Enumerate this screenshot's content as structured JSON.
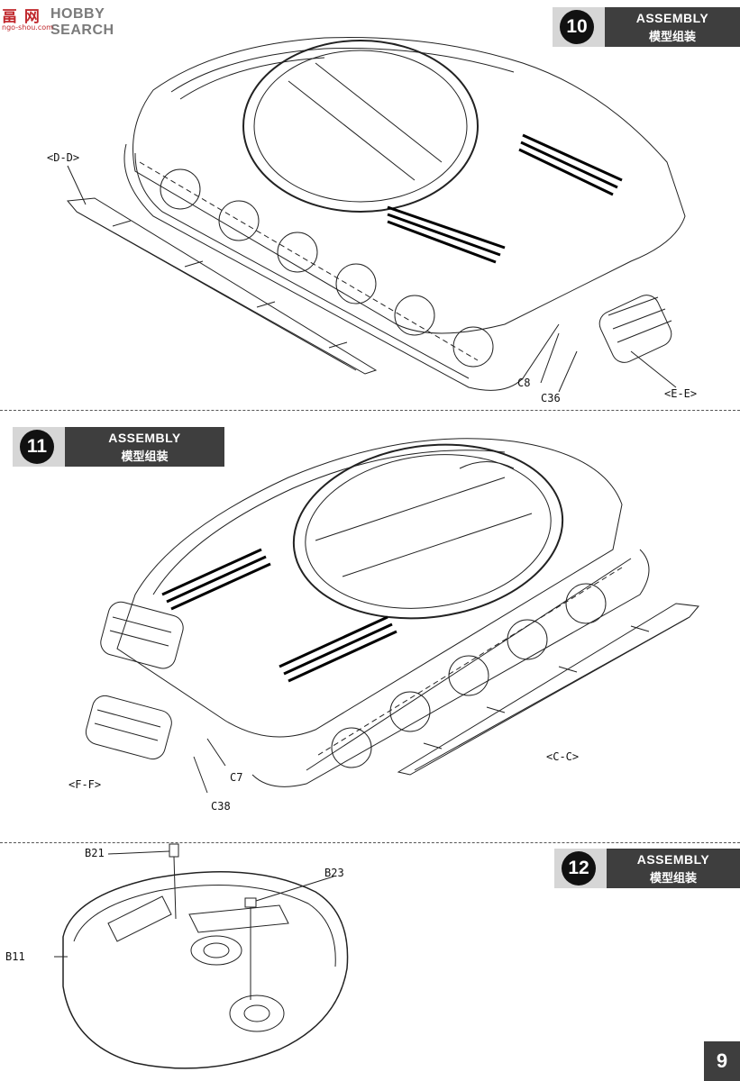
{
  "watermark": {
    "logo": "畐 网",
    "text": "HOBBY SEARCH",
    "url": "ngo-shou.com"
  },
  "steps": [
    {
      "number": "10",
      "title_en": "ASSEMBLY",
      "title_cn": "模型组装"
    },
    {
      "number": "11",
      "title_en": "ASSEMBLY",
      "title_cn": "模型组装"
    },
    {
      "number": "12",
      "title_en": "ASSEMBLY",
      "title_cn": "模型组装"
    }
  ],
  "step10_labels": {
    "dd": "<D-D>",
    "ee": "<E-E>",
    "c8": "C8",
    "c36": "C36"
  },
  "step11_labels": {
    "ff": "<F-F>",
    "cc": "<C-C>",
    "c7": "C7",
    "c38": "C38"
  },
  "step12_labels": {
    "b21": "B21",
    "b23": "B23",
    "b11": "B11"
  },
  "page_number": "9"
}
